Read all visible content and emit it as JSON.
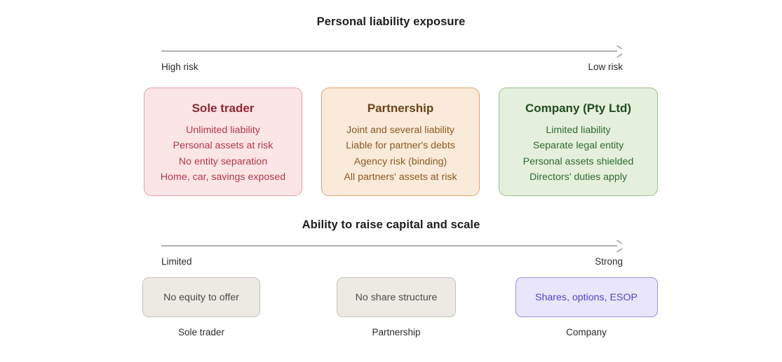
{
  "sections": {
    "liability": {
      "title": "Personal liability exposure",
      "axis": {
        "left_label": "High risk",
        "right_label": "Low risk",
        "direction": "left-to-right-arrow"
      },
      "cards": [
        {
          "title": "Sole trader",
          "lines": [
            "Unlimited liability",
            "Personal assets at risk",
            "No entity separation",
            "Home, car, savings exposed"
          ],
          "fill": "#fbe5e6",
          "border": "#e2a1a4",
          "title_color": "#8d2733",
          "text_color": "#b03a46"
        },
        {
          "title": "Partnership",
          "lines": [
            "Joint and several liability",
            "Liable for partner's debts",
            "Agency risk (binding)",
            "All partners' assets at risk"
          ],
          "fill": "#faeada",
          "border": "#d9a76e",
          "title_color": "#6b4418",
          "text_color": "#8a5a20"
        },
        {
          "title": "Company (Pty Ltd)",
          "lines": [
            "Limited liability",
            "Separate legal entity",
            "Personal assets shielded",
            "Directors' duties apply"
          ],
          "fill": "#e5f0dc",
          "border": "#9cc089",
          "title_color": "#1f4d1f",
          "text_color": "#2e6b2e"
        }
      ]
    },
    "capital": {
      "title": "Ability to raise capital and scale",
      "axis": {
        "left_label": "Limited",
        "right_label": "Strong",
        "direction": "left-to-right-arrow"
      },
      "pills": [
        {
          "label": "No equity to offer",
          "caption": "Sole trader",
          "fill": "#edeae4",
          "border": "#c6c2ba",
          "text_color": "#4a4a4a"
        },
        {
          "label": "No share structure",
          "caption": "Partnership",
          "fill": "#edeae4",
          "border": "#c6c2ba",
          "text_color": "#4a4a4a"
        },
        {
          "label": "Shares, options, ESOP",
          "caption": "Company",
          "fill": "#e8e6f8",
          "border": "#9a95dd",
          "text_color": "#4f46c9"
        }
      ]
    }
  }
}
